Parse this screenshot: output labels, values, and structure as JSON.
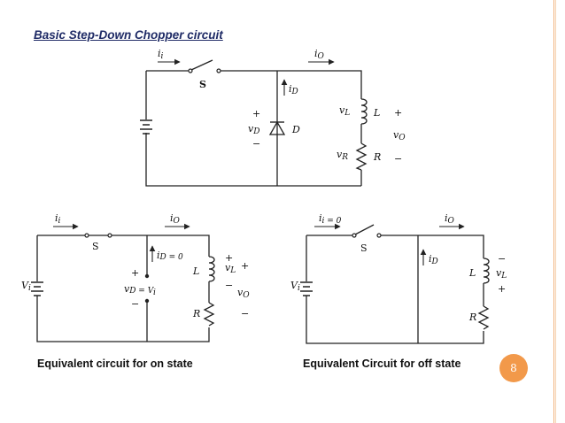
{
  "slide": {
    "title": "Basic Step-Down Chopper circuit",
    "page_number": "8",
    "accent_color": "#f2994a",
    "title_color": "#1f2b66"
  },
  "captions": {
    "on_state": "Equivalent circuit for on state",
    "off_state": "Equivalent Circuit for off state"
  },
  "circuit_main": {
    "i_in": "i",
    "i_in_sub": "i",
    "switch": "S",
    "i_out": "i",
    "i_out_sub": "O",
    "i_diode": "i",
    "i_diode_sub": "D",
    "v_diode": "v",
    "v_diode_sub": "D",
    "diode": "D",
    "v_l": "v",
    "v_l_sub": "L",
    "inductor": "L",
    "v_r": "v",
    "v_r_sub": "R",
    "resistor": "R",
    "v_out": "v",
    "v_out_sub": "O",
    "plus": "+",
    "minus": "−"
  },
  "circuit_on": {
    "i_in": "i",
    "i_in_sub": "i",
    "switch": "S",
    "i_out": "i",
    "i_out_sub": "O",
    "i_diode": "i",
    "i_diode_eq": "D = 0",
    "v_in": "V",
    "v_in_sub": "i",
    "v_diode_eq": "v",
    "v_diode_eq_rest": "D = V",
    "v_diode_eq_sub": "i",
    "inductor": "L",
    "resistor": "R",
    "v_l": "v",
    "v_l_sub": "L",
    "v_out": "v",
    "v_out_sub": "O",
    "plus": "+",
    "minus": "−"
  },
  "circuit_off": {
    "i_in_eq": "i",
    "i_in_eq_rest": "i = 0",
    "switch": "S",
    "i_out": "i",
    "i_out_sub": "O",
    "i_diode": "i",
    "i_diode_sub": "D",
    "v_in": "V",
    "v_in_sub": "i",
    "inductor": "L",
    "resistor": "R",
    "v_l": "v",
    "v_l_sub": "L",
    "plus": "+",
    "minus": "−"
  }
}
